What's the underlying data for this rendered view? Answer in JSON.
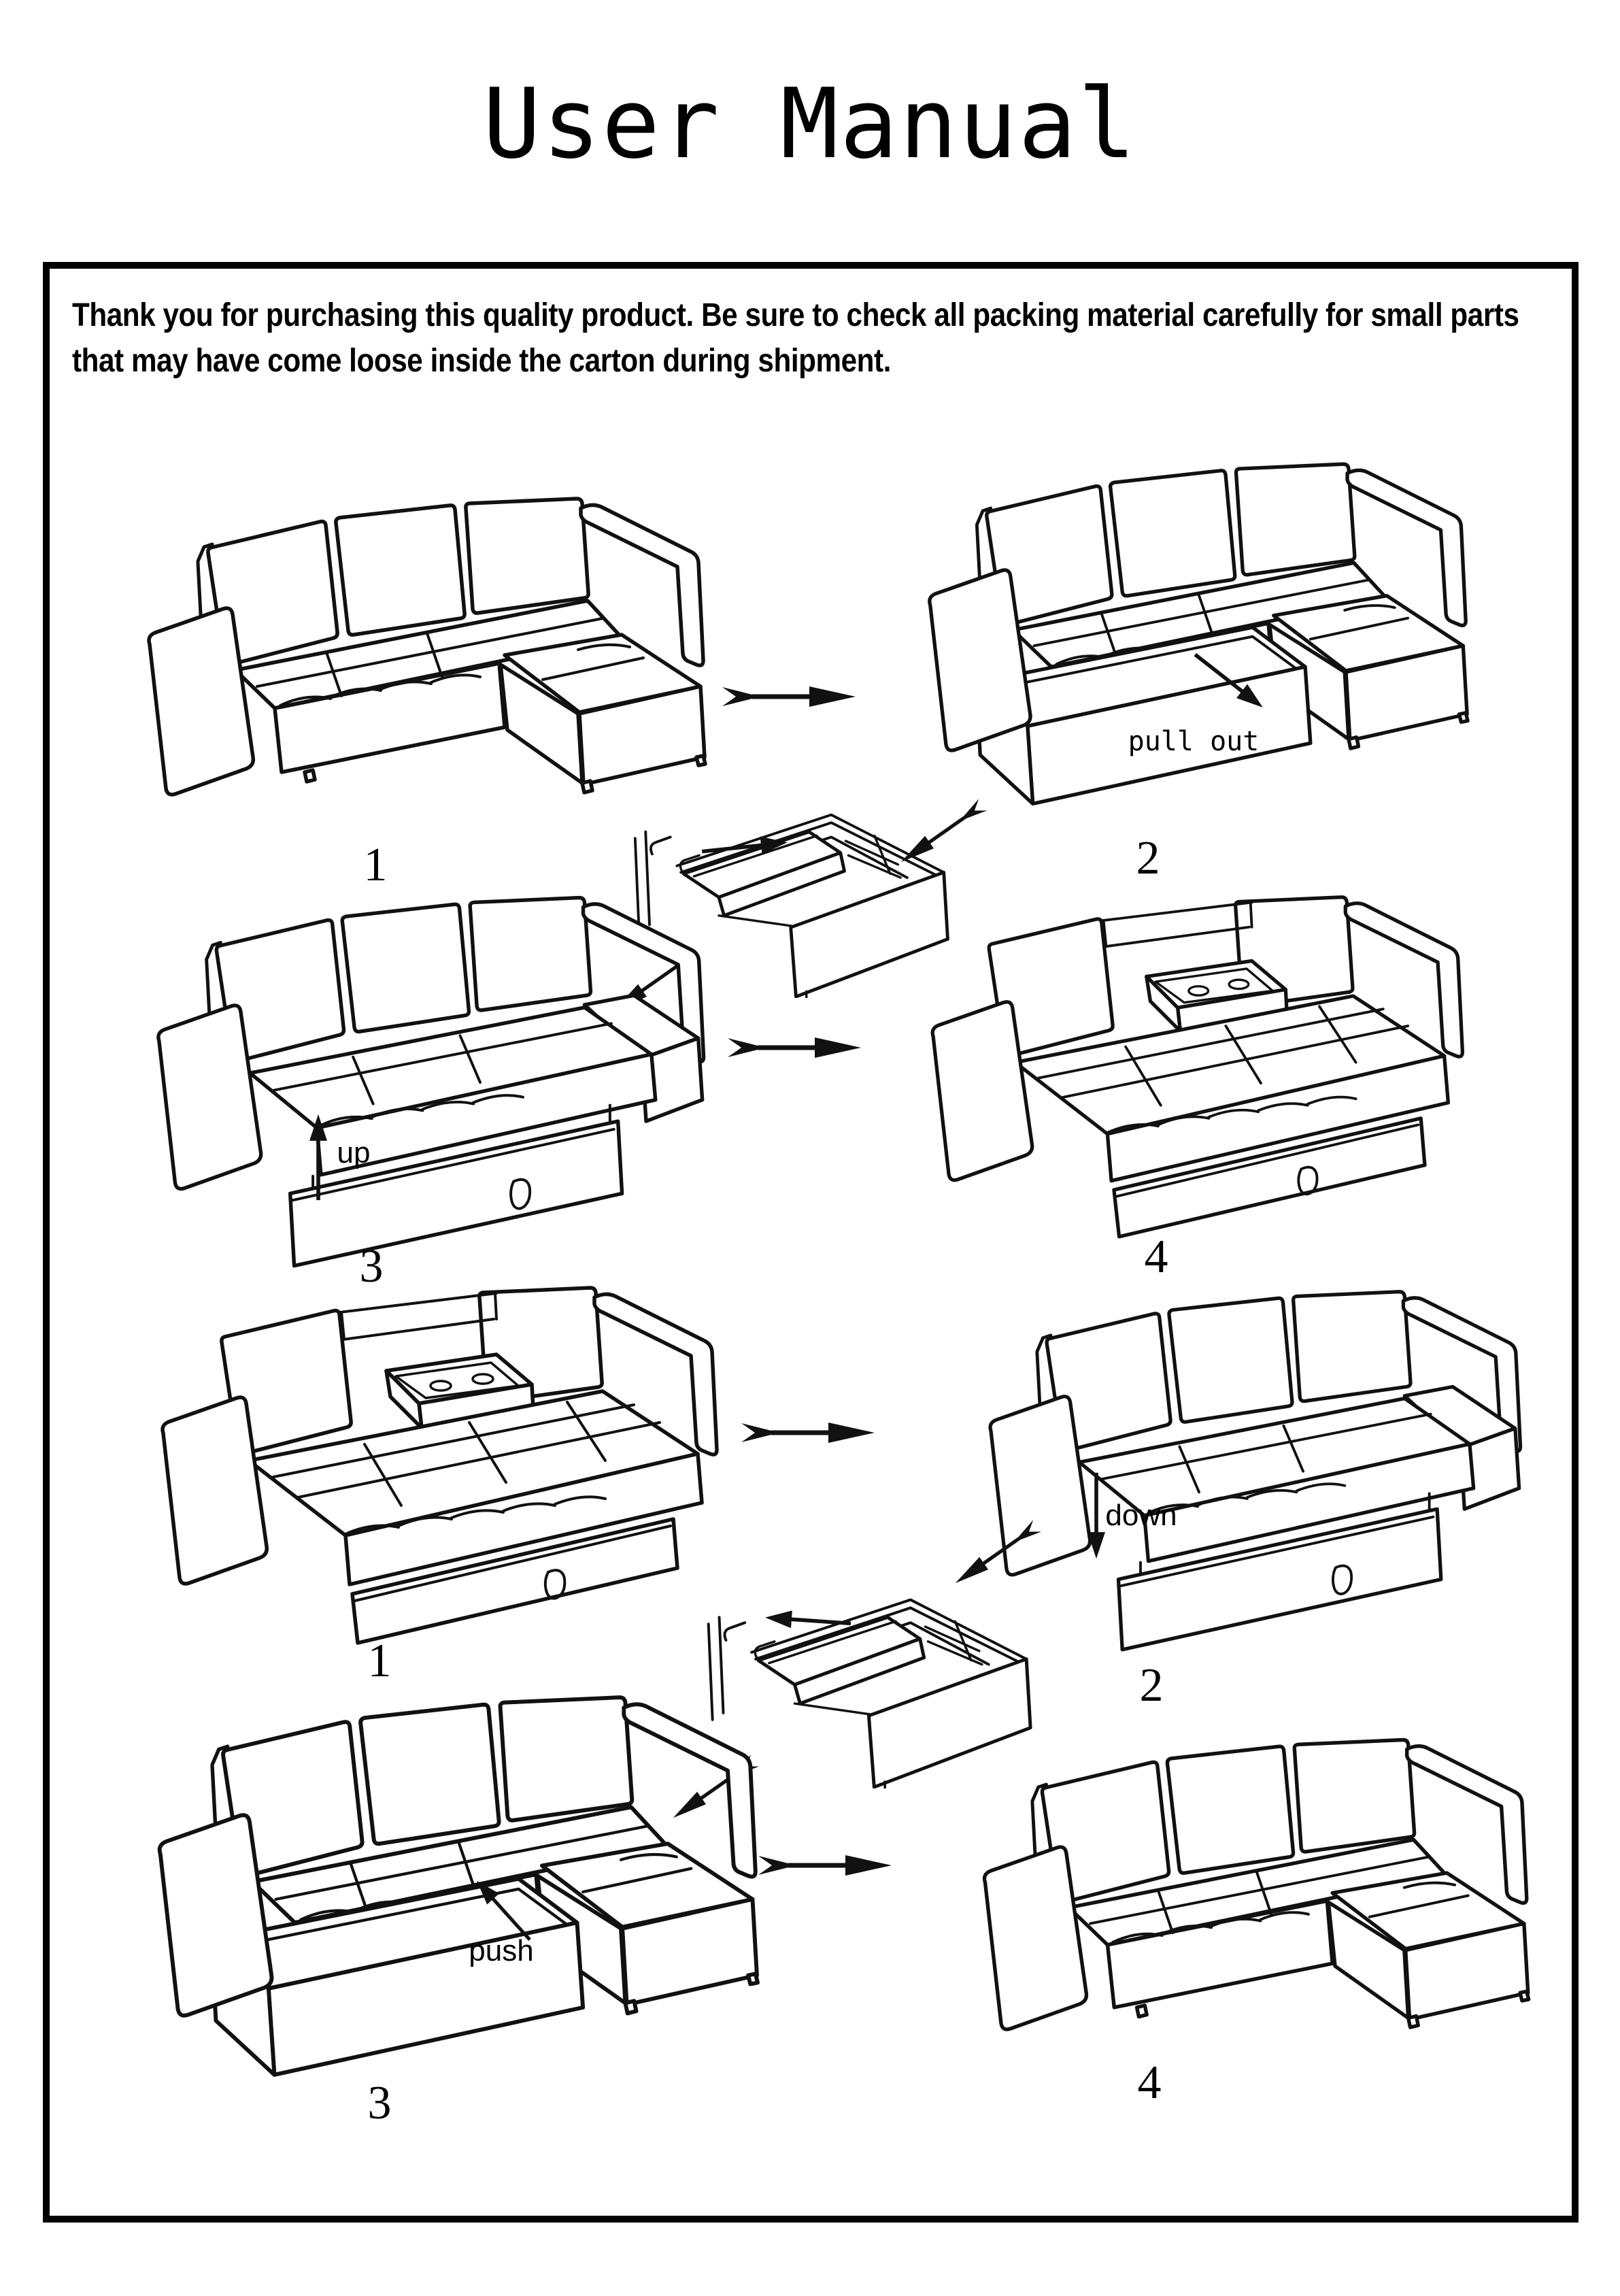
{
  "page": {
    "title": "User Manual"
  },
  "intro": "Thank you for purchasing this quality product. Be sure to check all packing material carefully for small parts that may have come loose inside the carton during shipment.",
  "sequence_1": {
    "steps": [
      {
        "number": "1",
        "caption": ""
      },
      {
        "number": "2",
        "caption": "pull out"
      },
      {
        "number": "3",
        "caption": "up"
      },
      {
        "number": "4",
        "caption": ""
      }
    ]
  },
  "sequence_2": {
    "steps": [
      {
        "number": "1",
        "caption": ""
      },
      {
        "number": "2",
        "caption": "down"
      },
      {
        "number": "3",
        "caption": "push"
      },
      {
        "number": "4",
        "caption": ""
      }
    ]
  },
  "colors": {
    "ink": "#000000",
    "paper": "#ffffff"
  },
  "icons": {
    "step_arrow": "double-dart-right-icon",
    "flow_arrow": "dart-down-left-icon",
    "detail_arrow_1": "arrow-right-icon",
    "detail_arrow_2": "arrow-left-icon",
    "pull_out_arrow": "arrow-down-right-icon",
    "up_arrow": "arrow-up-icon",
    "down_arrow": "arrow-down-icon",
    "push_arrow": "arrow-up-left-icon"
  }
}
